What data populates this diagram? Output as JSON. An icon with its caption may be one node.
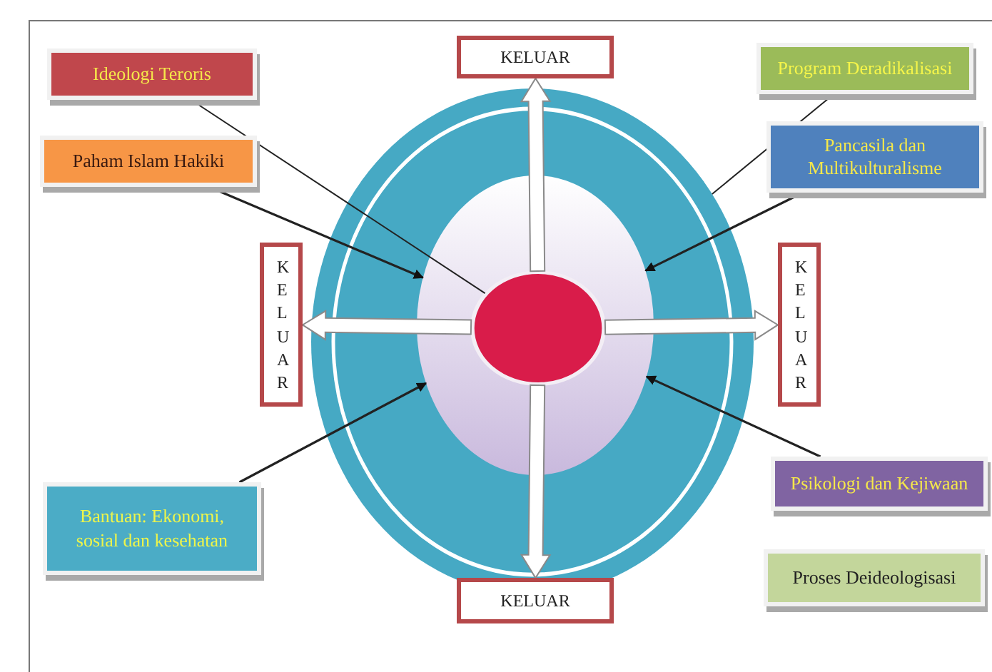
{
  "diagram": {
    "nodes": [
      {
        "text": [
          "Ideologi Teroris"
        ]
      },
      {
        "text": [
          "Paham Islam Hakiki"
        ]
      },
      {
        "text": [
          "Program Deradikalisasi"
        ]
      },
      {
        "text": [
          "Pancasila dan Multikulturalisme"
        ]
      },
      {
        "text": [
          "Bantuan: Ekonomi, sosial dan kesehatan"
        ]
      },
      {
        "text": [
          "Psikologi dan Kejiwaan"
        ]
      },
      {
        "text": [
          "Proses Deideologisasi"
        ]
      },
      {
        "text": [
          "KELUAR"
        ]
      },
      {
        "text": [
          "KELUAR"
        ]
      },
      {
        "text": [
          "KELUAR"
        ]
      },
      {
        "text": [
          "KELUAR"
        ]
      },
      {
        "text": [],
        "shape": "circle"
      },
      {
        "text": [],
        "shape": "circle",
        "in": 11
      },
      {
        "text": [],
        "shape": "circle",
        "in": 12
      }
    ],
    "edges": [
      {
        "from": 0,
        "to": 13,
        "arrow": "none"
      },
      {
        "from": 1,
        "to": 12,
        "arrow": "to"
      },
      {
        "from": 2,
        "to": 11,
        "arrow": "none"
      },
      {
        "from": 3,
        "to": 12,
        "arrow": "to"
      },
      {
        "from": 4,
        "to": 12,
        "arrow": "to"
      },
      {
        "from": 5,
        "to": 12,
        "arrow": "to"
      },
      {
        "from": 13,
        "to": 7,
        "arrow": "to",
        "style": "thick"
      },
      {
        "from": 13,
        "to": 8,
        "arrow": "to",
        "style": "thick"
      },
      {
        "from": 13,
        "to": 9,
        "arrow": "to",
        "style": "thick"
      },
      {
        "from": 13,
        "to": 10,
        "arrow": "to",
        "style": "thick"
      }
    ]
  }
}
